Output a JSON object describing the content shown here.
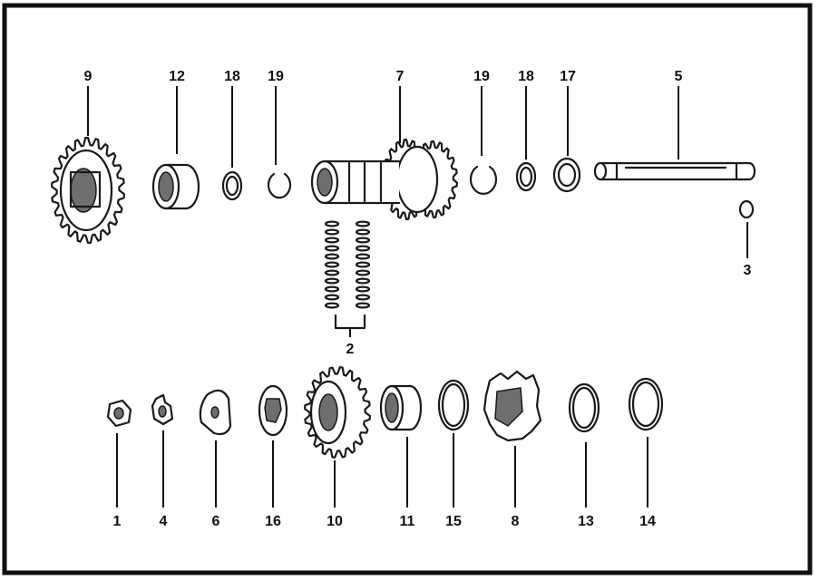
{
  "diagram": {
    "labels": {
      "p1": "1",
      "p2": "2",
      "p3": "3",
      "p4": "4",
      "p5": "5",
      "p6": "6",
      "p7": "7",
      "p8": "8",
      "p9": "9",
      "p10": "10",
      "p11": "11",
      "p12": "12",
      "p13": "13",
      "p14": "14",
      "p15": "15",
      "p16": "16",
      "p17": "17",
      "p18a": "18",
      "p18b": "18",
      "p19a": "19",
      "p19b": "19"
    }
  },
  "colors": {
    "ink": "#1a1a1a",
    "frame": "#111111",
    "paper": "#ffffff",
    "shade": "#6e6e6e"
  }
}
